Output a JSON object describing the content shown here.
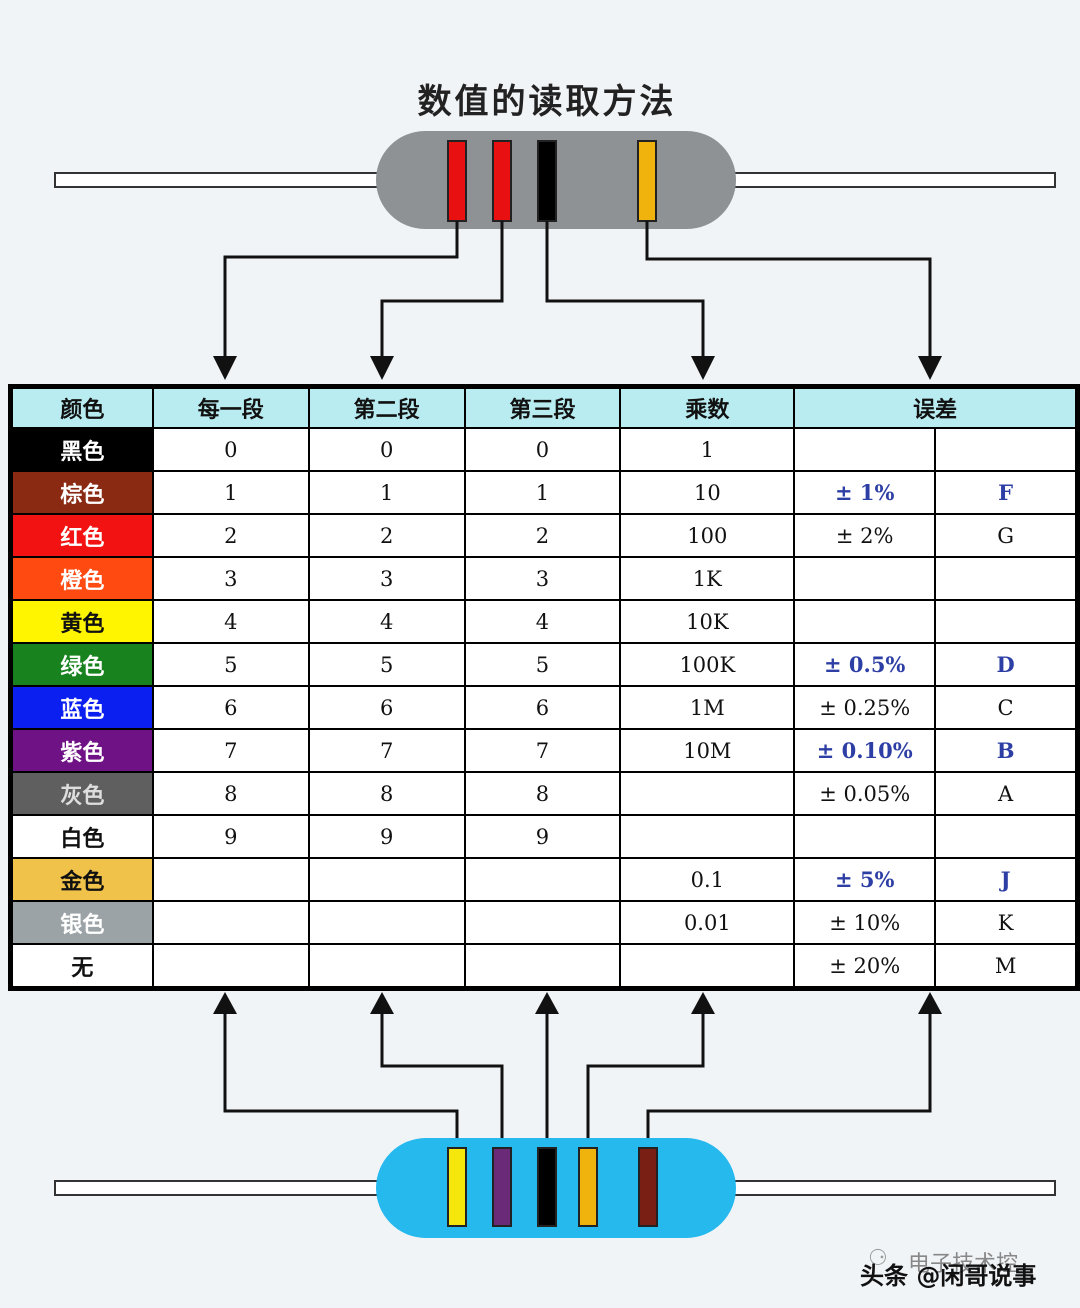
{
  "title": "数值的读取方法",
  "colors": {
    "page_background": "#f1f4f7",
    "header_background": "#b9ecf1",
    "top_resistor_body": "#8e9294",
    "bottom_resistor_body": "#25b9ee",
    "tolerance_blue_text": "#2d3ea5"
  },
  "top_resistor": {
    "bands": [
      "#e81010",
      "#e81010",
      "#000000",
      "#f0b30e"
    ]
  },
  "bottom_resistor": {
    "bands": [
      "#f5e60c",
      "#6a2a78",
      "#000000",
      "#f0b30e",
      "#7a1f14"
    ]
  },
  "table": {
    "headers": {
      "color": "颜色",
      "first": "每一段",
      "second": "第二段",
      "third": "第三段",
      "multiplier": "乘数",
      "tolerance": "误差"
    },
    "rows": [
      {
        "name": "黑色",
        "swatch": "#000000",
        "text_color": "#ffffff",
        "first": "0",
        "second": "0",
        "third": "0",
        "multiplier": "1",
        "tol": "",
        "code": "",
        "blue": false
      },
      {
        "name": "棕色",
        "swatch": "#8a2a12",
        "text_color": "#ffffff",
        "first": "1",
        "second": "1",
        "third": "1",
        "multiplier": "10",
        "tol": "± 1%",
        "code": "F",
        "blue": true
      },
      {
        "name": "红色",
        "swatch": "#f21212",
        "text_color": "#ffffff",
        "first": "2",
        "second": "2",
        "third": "2",
        "multiplier": "100",
        "tol": "± 2%",
        "code": "G",
        "blue": false
      },
      {
        "name": "橙色",
        "swatch": "#ff4a12",
        "text_color": "#ffffff",
        "first": "3",
        "second": "3",
        "third": "3",
        "multiplier": "1K",
        "tol": "",
        "code": "",
        "blue": false
      },
      {
        "name": "黄色",
        "swatch": "#fff500",
        "text_color": "#111111",
        "first": "4",
        "second": "4",
        "third": "4",
        "multiplier": "10K",
        "tol": "",
        "code": "",
        "blue": false
      },
      {
        "name": "绿色",
        "swatch": "#17821e",
        "text_color": "#ffffff",
        "first": "5",
        "second": "5",
        "third": "5",
        "multiplier": "100K",
        "tol": "± 0.5%",
        "code": "D",
        "blue": true
      },
      {
        "name": "蓝色",
        "swatch": "#0b1ff0",
        "text_color": "#ffffff",
        "first": "6",
        "second": "6",
        "third": "6",
        "multiplier": "1M",
        "tol": "± 0.25%",
        "code": "C",
        "blue": false
      },
      {
        "name": "紫色",
        "swatch": "#6f1286",
        "text_color": "#ffffff",
        "first": "7",
        "second": "7",
        "third": "7",
        "multiplier": "10M",
        "tol": "± 0.10%",
        "code": "B",
        "blue": true
      },
      {
        "name": "灰色",
        "swatch": "#5f5f5f",
        "text_color": "#dddddd",
        "first": "8",
        "second": "8",
        "third": "8",
        "multiplier": "",
        "tol": "± 0.05%",
        "code": "A",
        "blue": false
      },
      {
        "name": "白色",
        "swatch": "#ffffff",
        "text_color": "#111111",
        "first": "9",
        "second": "9",
        "third": "9",
        "multiplier": "",
        "tol": "",
        "code": "",
        "blue": false
      },
      {
        "name": "金色",
        "swatch": "#f1c24a",
        "text_color": "#111111",
        "first": "",
        "second": "",
        "third": "",
        "multiplier": "0.1",
        "tol": "± 5%",
        "code": "J",
        "blue": true
      },
      {
        "name": "银色",
        "swatch": "#9ca3a6",
        "text_color": "#ffffff",
        "first": "",
        "second": "",
        "third": "",
        "multiplier": "0.01",
        "tol": "± 10%",
        "code": "K",
        "blue": false
      },
      {
        "name": "无",
        "swatch": "#ffffff",
        "text_color": "#111111",
        "first": "",
        "second": "",
        "third": "",
        "multiplier": "",
        "tol": "± 20%",
        "code": "M",
        "blue": false
      }
    ]
  },
  "watermark": {
    "line1": "电子技术控",
    "line2": "头条 @闲哥说事"
  }
}
